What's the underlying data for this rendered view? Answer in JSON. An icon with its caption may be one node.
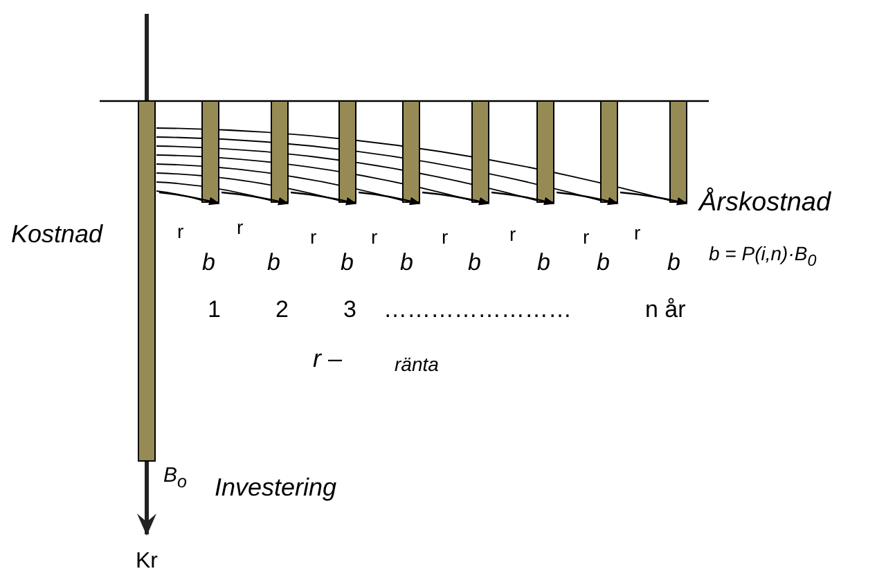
{
  "diagram": {
    "labels": [
      "Årskostnad",
      "Kostnad",
      "r",
      "r",
      "r",
      "r",
      "r",
      "r",
      "r",
      "r",
      "b",
      "b",
      "b",
      "b",
      "b",
      "b",
      "b",
      "b",
      "b = P(i,n)·B$_{0}$",
      "1",
      "2",
      "3",
      "……………………",
      "n år",
      "r –",
      "ränta",
      "B$_{o}$",
      "Investering",
      "Kr"
    ]
  }
}
